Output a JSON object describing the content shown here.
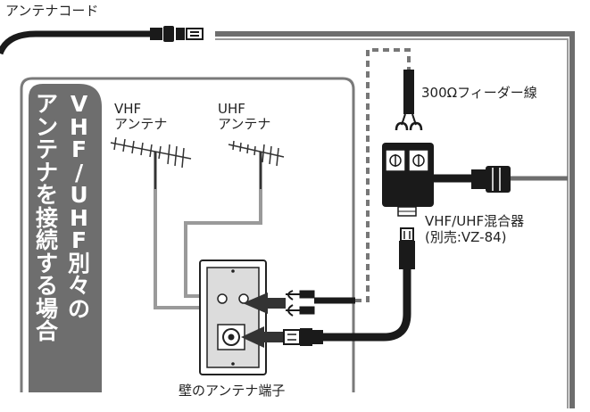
{
  "cable_label": "アンテナコード",
  "title_lines": [
    "VHF/UHF別々の",
    "アンテナを接続する場合"
  ],
  "vhf_antenna": [
    "VHF",
    "アンテナ"
  ],
  "uhf_antenna": [
    "UHF",
    "アンテナ"
  ],
  "feeder_label": "300Ωフィーダー線",
  "mixer_label": [
    "VHF/UHF混合器",
    "(別売:VZ-84)"
  ],
  "outlet_label": "壁のアンテナ端子",
  "colors": {
    "cable": "#1a1a1a",
    "panel": "#6e6e6e",
    "wire": "#9a9a9a",
    "box_border": "#7a7a7a"
  }
}
